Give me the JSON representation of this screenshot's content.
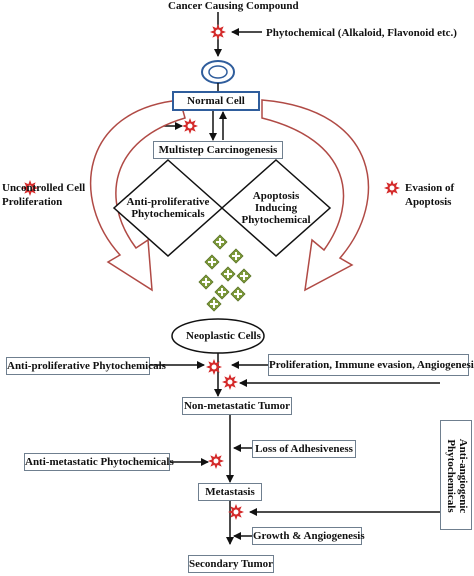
{
  "top": {
    "compound": "Cancer Causing Compound",
    "phytochemical": "Phytochemical (Alkaloid, Flavonoid etc.)"
  },
  "cells": {
    "normal": "Normal Cell",
    "multistep": "Multistep Carcinogenesis",
    "neoplastic": "Neoplastic Cells"
  },
  "sides": {
    "left": [
      "Uncontrolled Cell",
      "Proliferation"
    ],
    "right": [
      "Evasion of",
      "Apoptosis"
    ]
  },
  "diamonds": {
    "left": [
      "Anti-proliferative",
      "Phytochemicals"
    ],
    "right": [
      "Apoptosis",
      "Inducing",
      "Phytochemical"
    ]
  },
  "stage1": {
    "anti_proliferative": "Anti-proliferative Phytochemicals",
    "processes": "Proliferation, Immune evasion, Angiogenesis",
    "tumor": "Non-metastatic Tumor"
  },
  "stage2": {
    "adhesiveness": "Loss of Adhesiveness",
    "anti_metastatic": "Anti-metastatic Phytochemicals",
    "metastasis": "Metastasis"
  },
  "stage3": {
    "anti_angiogenic": [
      "Anti-angiogenic",
      "Phytochemicals"
    ],
    "growth": "Growth & Angiogenesis",
    "secondary": "Secondary Tumor"
  },
  "colors": {
    "star": "#d42a2a",
    "curve": "#b04a45",
    "plus": "#7d9a3a",
    "box_border": "#6f7f8f",
    "normal_cell_border": "#2f5d9c"
  }
}
